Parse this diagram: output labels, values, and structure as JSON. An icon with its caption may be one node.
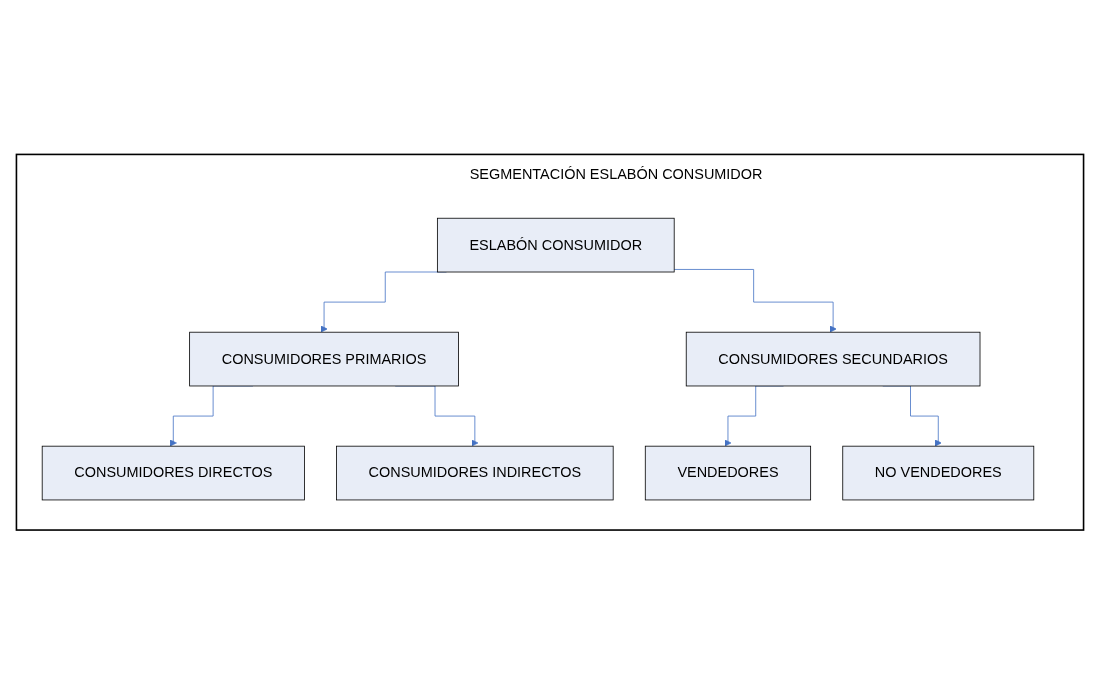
{
  "diagram": {
    "nodes": [
      {
        "text": [
          "SEGMENTACIÓN ESLABÓN CONSUMIDOR"
        ]
      },
      {
        "text": [
          "ESLABÓN CONSUMIDOR"
        ],
        "in": 0
      },
      {
        "text": [
          "CONSUMIDORES PRIMARIOS"
        ],
        "in": 0
      },
      {
        "text": [
          "CONSUMIDORES SECUNDARIOS"
        ],
        "in": 0
      },
      {
        "text": [
          "CONSUMIDORES DIRECTOS"
        ],
        "in": 0
      },
      {
        "text": [
          "CONSUMIDORES INDIRECTOS"
        ],
        "in": 0
      },
      {
        "text": [
          "VENDEDORES"
        ],
        "in": 0
      },
      {
        "text": [
          "NO VENDEDORES"
        ],
        "in": 0
      }
    ],
    "edges": [
      {
        "from": 1,
        "to": 2,
        "arrow": "to"
      },
      {
        "from": 1,
        "to": 3,
        "arrow": "to"
      },
      {
        "from": 2,
        "to": 4,
        "arrow": "to"
      },
      {
        "from": 2,
        "to": 5,
        "arrow": "to"
      },
      {
        "from": 3,
        "to": 6,
        "arrow": "to"
      },
      {
        "from": 3,
        "to": 7,
        "arrow": "to"
      }
    ]
  }
}
